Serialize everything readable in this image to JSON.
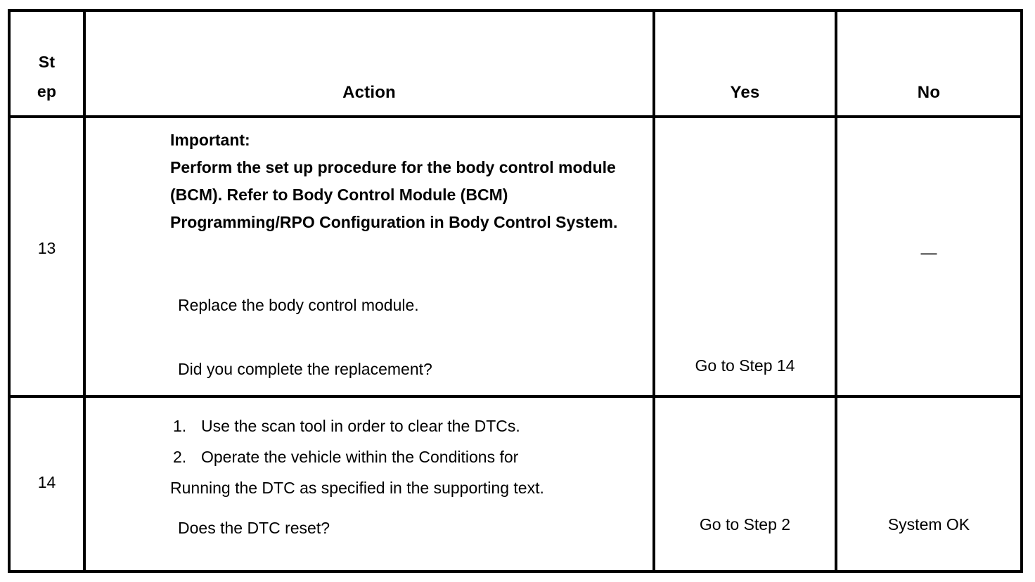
{
  "table": {
    "headers": {
      "step": "St ep",
      "step_line1": "St",
      "step_line2": "ep",
      "action": "Action",
      "yes": "Yes",
      "no": "No"
    },
    "rows": [
      {
        "step": "13",
        "action": {
          "important_label": "Important:",
          "important_body": "Perform the set up procedure for the body control module (BCM). Refer to Body Control Module (BCM) Programming/RPO Configuration in Body Control System.",
          "instruction": "Replace the body control module.",
          "question": "Did you complete the replacement?"
        },
        "yes": "Go to Step 14",
        "no": "—"
      },
      {
        "step": "14",
        "action": {
          "list": [
            {
              "marker": "1.",
              "text": "Use the scan tool in order to clear the DTCs."
            },
            {
              "marker": "2.",
              "text": "Operate the vehicle within the Conditions for"
            }
          ],
          "list_continuation": "Running the DTC as specified in the supporting text.",
          "question": "Does the DTC reset?"
        },
        "yes": "Go to Step 2",
        "no": "System OK"
      }
    ]
  },
  "colors": {
    "border": "#000000",
    "text": "#000000",
    "background": "#ffffff"
  }
}
